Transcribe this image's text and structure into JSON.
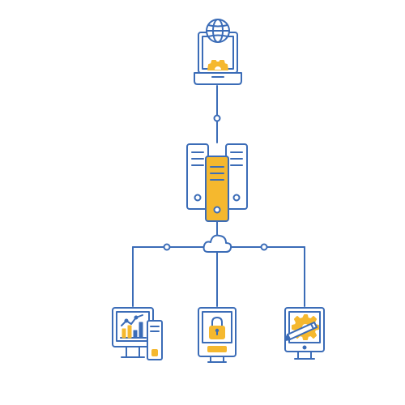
{
  "diagram": {
    "nodes": [
      {
        "id": "web-admin-laptop",
        "icon": "laptop-globe-gear-icon"
      },
      {
        "id": "server-cluster",
        "icon": "server-racks-icon"
      },
      {
        "id": "cloud-hub",
        "icon": "cloud-icon"
      },
      {
        "id": "analytics-workstation",
        "icon": "desktop-chart-tower-icon"
      },
      {
        "id": "secure-terminal",
        "icon": "monitor-padlock-icon"
      },
      {
        "id": "dev-settings-monitor",
        "icon": "monitor-gear-pencil-icon"
      }
    ],
    "edges": [
      {
        "from": "web-admin-laptop",
        "to": "server-cluster"
      },
      {
        "from": "server-cluster",
        "to": "cloud-hub"
      },
      {
        "from": "cloud-hub",
        "to": "analytics-workstation"
      },
      {
        "from": "cloud-hub",
        "to": "secure-terminal"
      },
      {
        "from": "cloud-hub",
        "to": "dev-settings-monitor"
      }
    ]
  },
  "colors": {
    "outline": "#3b6cb7",
    "accent": "#f5b82e",
    "background": "#ffffff"
  }
}
